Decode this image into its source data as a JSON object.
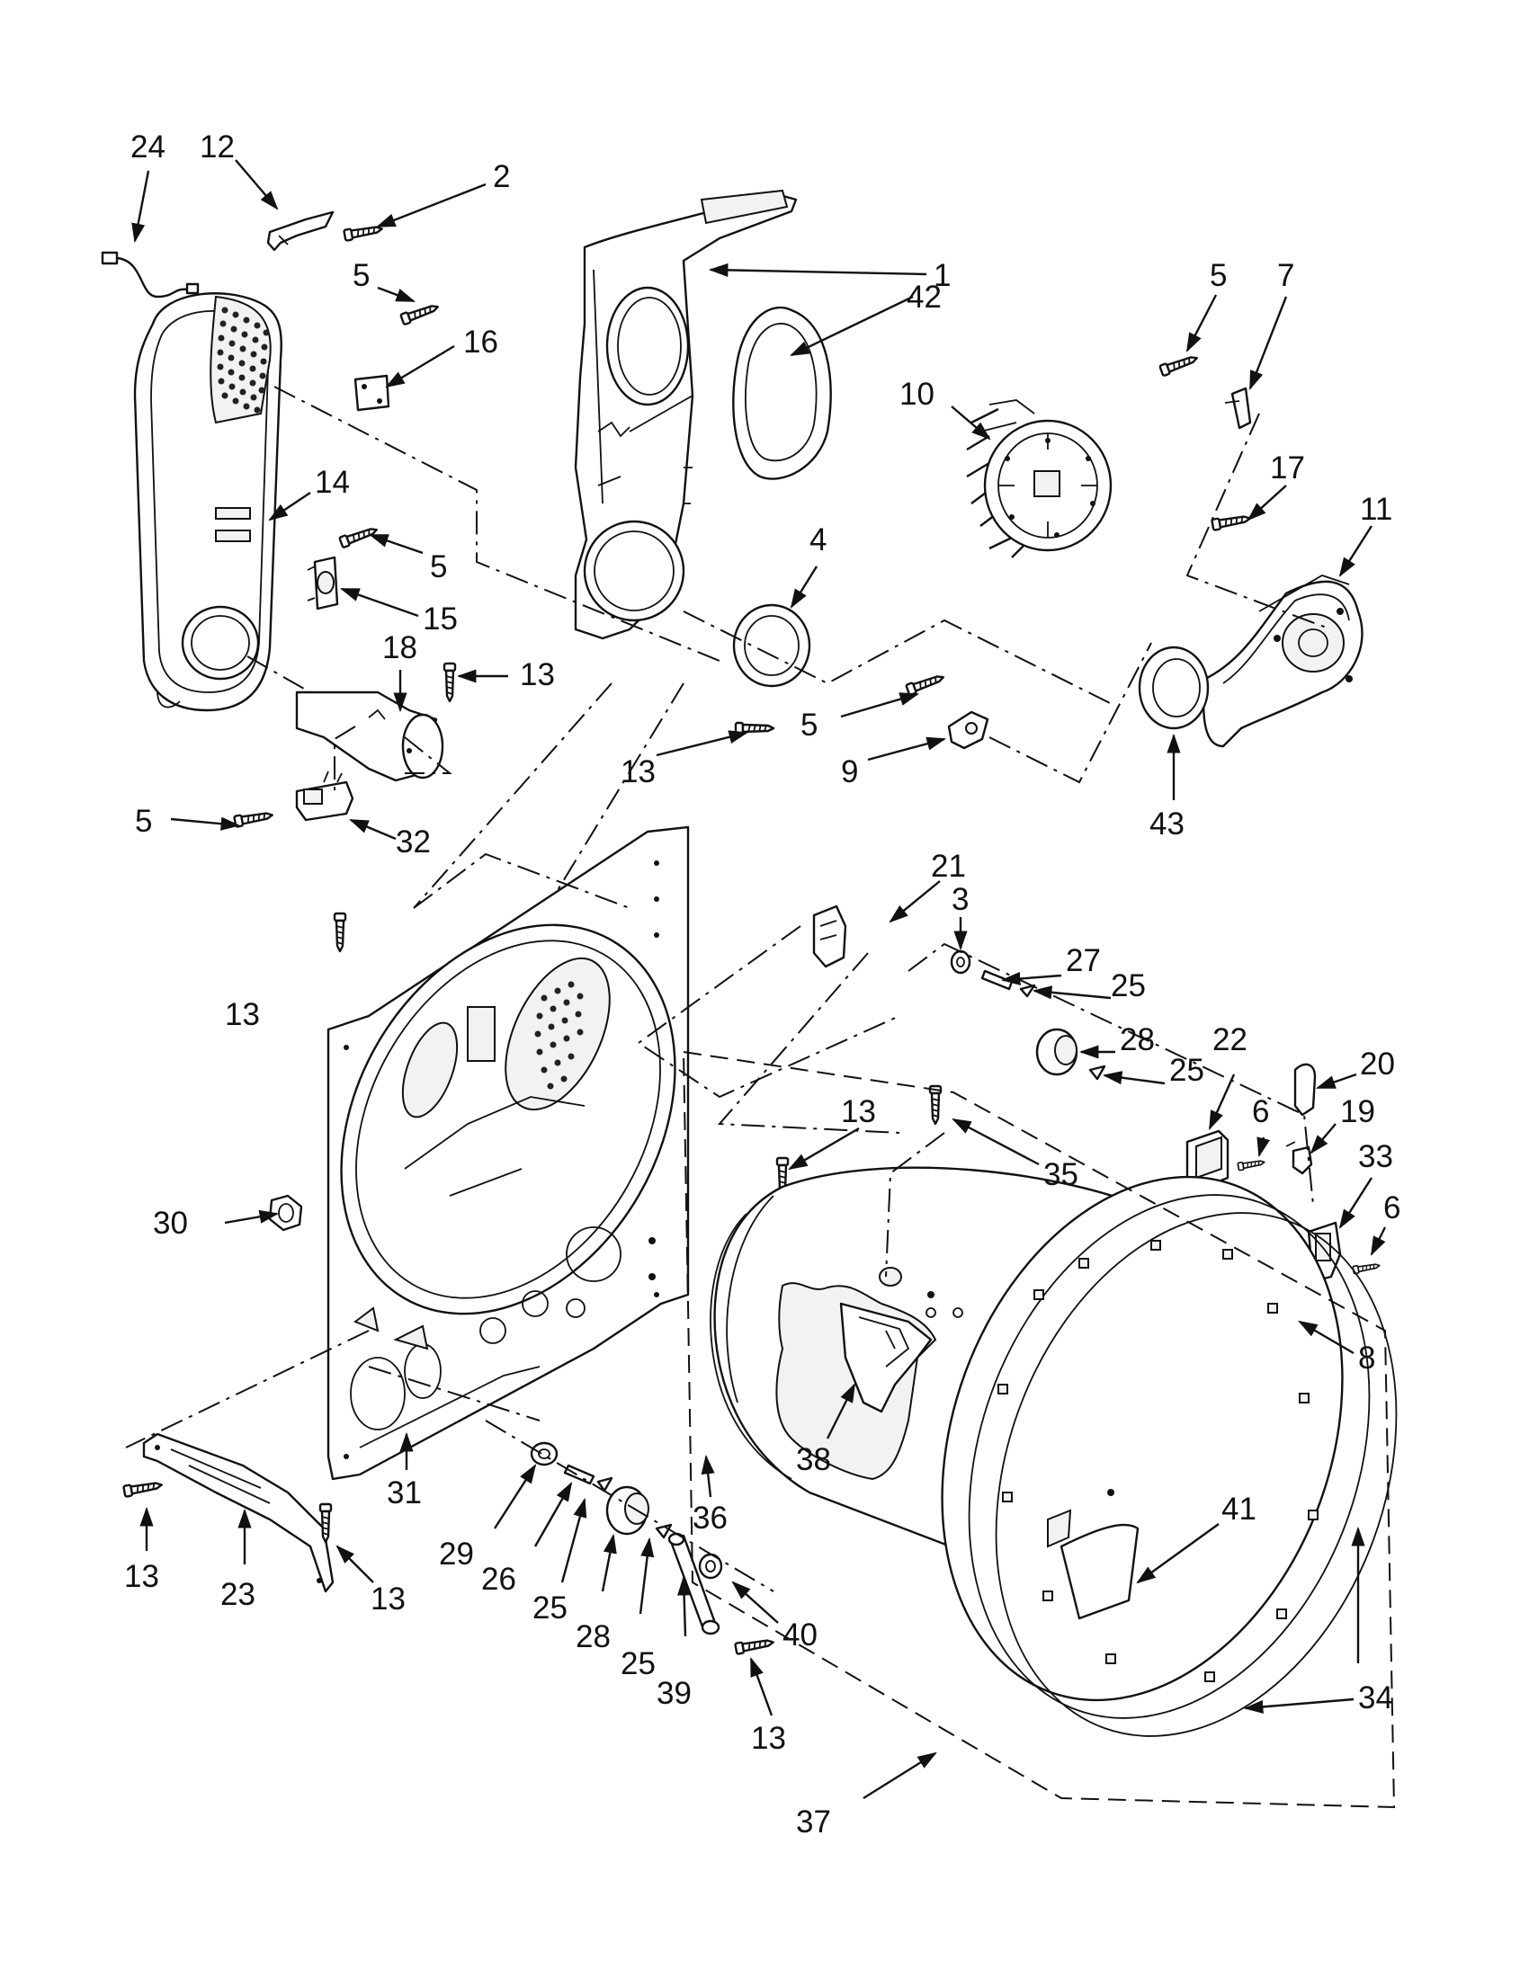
{
  "colors": {
    "ink": "#111111",
    "paper": "#ffffff",
    "shade": "#f2f2f2"
  },
  "callouts": [
    {
      "id": "c-24",
      "text": "24"
    },
    {
      "id": "c-12",
      "text": "12"
    },
    {
      "id": "c-2",
      "text": "2"
    },
    {
      "id": "c-1",
      "text": "1"
    },
    {
      "id": "c-42",
      "text": "42"
    },
    {
      "id": "c-5a",
      "text": "5"
    },
    {
      "id": "c-16",
      "text": "16"
    },
    {
      "id": "c-14",
      "text": "14"
    },
    {
      "id": "c-5b",
      "text": "5"
    },
    {
      "id": "c-15",
      "text": "15"
    },
    {
      "id": "c-18",
      "text": "18"
    },
    {
      "id": "c-13a",
      "text": "13"
    },
    {
      "id": "c-5c",
      "text": "5"
    },
    {
      "id": "c-32",
      "text": "32"
    },
    {
      "id": "c-4",
      "text": "4"
    },
    {
      "id": "c-13b",
      "text": "13"
    },
    {
      "id": "c-5d",
      "text": "5"
    },
    {
      "id": "c-9",
      "text": "9"
    },
    {
      "id": "c-5e",
      "text": "5"
    },
    {
      "id": "c-7",
      "text": "7"
    },
    {
      "id": "c-10",
      "text": "10"
    },
    {
      "id": "c-17",
      "text": "17"
    },
    {
      "id": "c-11",
      "text": "11"
    },
    {
      "id": "c-43",
      "text": "43"
    },
    {
      "id": "c-21",
      "text": "21"
    },
    {
      "id": "c-3",
      "text": "3"
    },
    {
      "id": "c-27",
      "text": "27"
    },
    {
      "id": "c-25a",
      "text": "25"
    },
    {
      "id": "c-28a",
      "text": "28"
    },
    {
      "id": "c-25b",
      "text": "25"
    },
    {
      "id": "c-22",
      "text": "22"
    },
    {
      "id": "c-20",
      "text": "20"
    },
    {
      "id": "c-6a",
      "text": "6"
    },
    {
      "id": "c-19",
      "text": "19"
    },
    {
      "id": "c-33",
      "text": "33"
    },
    {
      "id": "c-6b",
      "text": "6"
    },
    {
      "id": "c-13c",
      "text": "13"
    },
    {
      "id": "c-13d",
      "text": "13"
    },
    {
      "id": "c-35",
      "text": "35"
    },
    {
      "id": "c-30",
      "text": "30"
    },
    {
      "id": "c-8",
      "text": "8"
    },
    {
      "id": "c-38",
      "text": "38"
    },
    {
      "id": "c-41",
      "text": "41"
    },
    {
      "id": "c-36",
      "text": "36"
    },
    {
      "id": "c-31",
      "text": "31"
    },
    {
      "id": "c-29",
      "text": "29"
    },
    {
      "id": "c-26",
      "text": "26"
    },
    {
      "id": "c-25c",
      "text": "25"
    },
    {
      "id": "c-28b",
      "text": "28"
    },
    {
      "id": "c-25d",
      "text": "25"
    },
    {
      "id": "c-39",
      "text": "39"
    },
    {
      "id": "c-40",
      "text": "40"
    },
    {
      "id": "c-13e",
      "text": "13"
    },
    {
      "id": "c-13f",
      "text": "13"
    },
    {
      "id": "c-23",
      "text": "23"
    },
    {
      "id": "c-13g",
      "text": "13"
    },
    {
      "id": "c-34",
      "text": "34"
    },
    {
      "id": "c-37",
      "text": "37"
    }
  ]
}
